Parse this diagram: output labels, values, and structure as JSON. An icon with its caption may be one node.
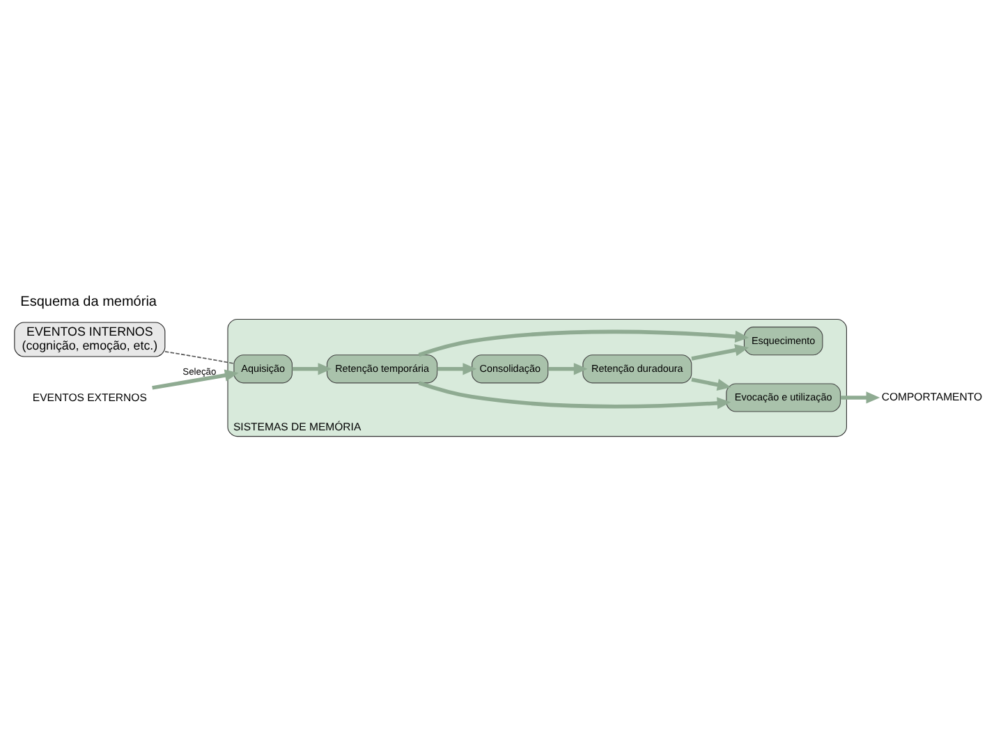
{
  "diagram": {
    "title": "Esquema da memória",
    "nodes": [
      {
        "text": [
          "SISTEMAS DE MEMÓRIA"
        ]
      },
      {
        "text": [
          "EVENTOS INTERNOS",
          "(cognição, emoção, etc.)"
        ]
      },
      {
        "text": [
          "COMPORTAMENTO"
        ]
      },
      {
        "text": [
          "EVENTOS EXTERNOS"
        ]
      },
      {
        "text": [
          "Aquisição"
        ],
        "in": 0
      },
      {
        "text": [
          "Retenção temporária"
        ],
        "in": 0
      },
      {
        "text": [
          "Evocação e utilização"
        ],
        "in": 0
      },
      {
        "text": [
          "Consolidação"
        ],
        "in": 0
      },
      {
        "text": [
          "Esquecimento"
        ],
        "in": 0
      },
      {
        "text": [
          "Retenção duradoura"
        ],
        "in": 0
      }
    ],
    "edges": [
      {
        "from": 3,
        "to": 4,
        "arrow": "to",
        "label": "Seleção"
      },
      {
        "from": 1,
        "to": 4,
        "arrow": "none",
        "style": "dashed"
      },
      {
        "from": 4,
        "to": 5,
        "arrow": "to"
      },
      {
        "from": 5,
        "to": 6,
        "arrow": "to"
      },
      {
        "from": 5,
        "to": 7,
        "arrow": "to"
      },
      {
        "from": 5,
        "to": 8,
        "arrow": "to"
      },
      {
        "from": 7,
        "to": 9,
        "arrow": "to"
      },
      {
        "from": 9,
        "to": 6,
        "arrow": "to"
      },
      {
        "from": 9,
        "to": 8,
        "arrow": "to"
      },
      {
        "from": 6,
        "to": 2,
        "arrow": "to"
      }
    ]
  }
}
